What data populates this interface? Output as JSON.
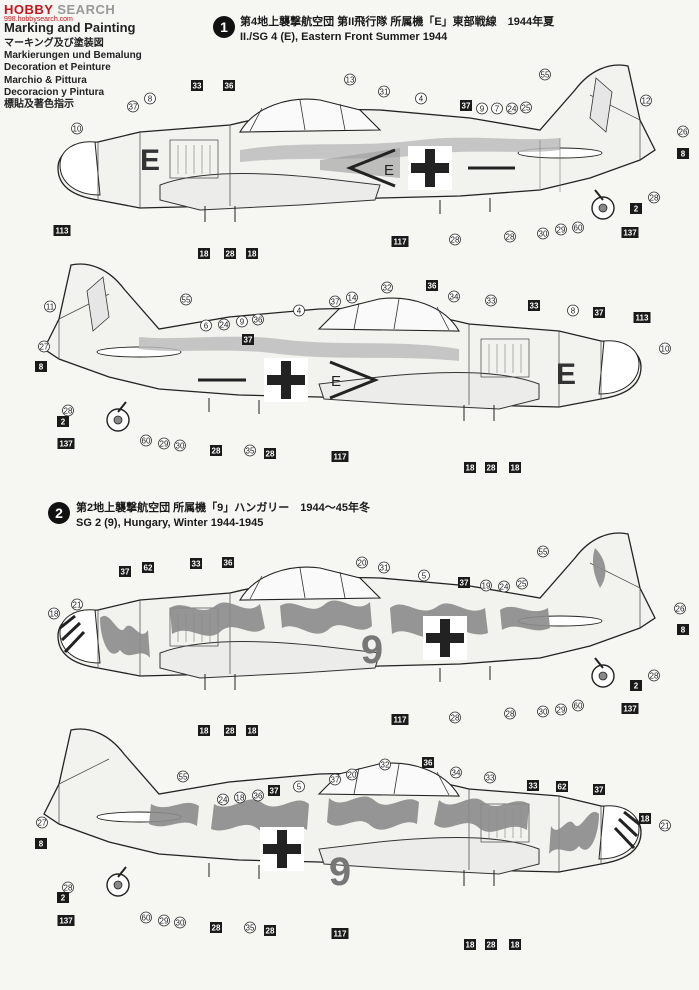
{
  "brand": {
    "part1": "HOBBY",
    "part2": "SEARCH",
    "url": "998.hobbysearch.com"
  },
  "header": {
    "title": "Marking and Painting",
    "langs": [
      "マーキング及び塗装図",
      "Markierungen und Bemalung",
      "Decoration et Peinture",
      "Marchio & Pittura",
      "Decoracion y Pintura",
      "標貼及著色指示"
    ]
  },
  "scheme1": {
    "number": "1",
    "title_jp": "第4地上襲撃航空団 第II飛行隊 所属機「E」東部戦線　1944年夏",
    "title_en": "II./SG 4 (E), Eastern Front  Summer 1944",
    "code": "E"
  },
  "scheme2": {
    "number": "2",
    "title_jp": "第2地上襲撃航空団 所属機「9」ハンガリー　1944〜45年冬",
    "title_en": "SG 2 (9), Hungary, Winter 1944-1945",
    "code": "9"
  },
  "callouts": {
    "a_left": [
      {
        "t": "37",
        "b": false
      },
      {
        "t": "8",
        "b": false
      },
      {
        "t": "10",
        "b": false
      },
      {
        "t": "113",
        "b": true
      },
      {
        "t": "33",
        "b": true
      },
      {
        "t": "36",
        "b": true
      },
      {
        "t": "13",
        "b": false
      },
      {
        "t": "31",
        "b": false
      },
      {
        "t": "4",
        "b": false
      },
      {
        "t": "37",
        "b": true
      },
      {
        "t": "9",
        "b": false
      },
      {
        "t": "7",
        "b": false
      },
      {
        "t": "24",
        "b": false
      },
      {
        "t": "25",
        "b": false
      },
      {
        "t": "55",
        "b": false
      },
      {
        "t": "12",
        "b": false
      },
      {
        "t": "26",
        "b": false
      },
      {
        "t": "8",
        "b": true
      },
      {
        "t": "28",
        "b": false
      },
      {
        "t": "2",
        "b": true
      },
      {
        "t": "137",
        "b": true
      },
      {
        "t": "60",
        "b": false
      },
      {
        "t": "29",
        "b": false
      },
      {
        "t": "30",
        "b": false
      },
      {
        "t": "28",
        "b": false
      },
      {
        "t": "28",
        "b": false
      },
      {
        "t": "117",
        "b": true
      },
      {
        "t": "18",
        "b": true
      },
      {
        "t": "28",
        "b": true
      },
      {
        "t": "18",
        "b": true
      }
    ],
    "a_right": [
      {
        "t": "11",
        "b": false
      },
      {
        "t": "55",
        "b": false
      },
      {
        "t": "27",
        "b": false
      },
      {
        "t": "8",
        "b": true
      },
      {
        "t": "28",
        "b": false
      },
      {
        "t": "2",
        "b": true
      },
      {
        "t": "137",
        "b": true
      },
      {
        "t": "60",
        "b": false
      },
      {
        "t": "29",
        "b": false
      },
      {
        "t": "30",
        "b": false
      },
      {
        "t": "6",
        "b": false
      },
      {
        "t": "24",
        "b": false
      },
      {
        "t": "9",
        "b": false
      },
      {
        "t": "36",
        "b": false
      },
      {
        "t": "37",
        "b": true
      },
      {
        "t": "4",
        "b": false
      },
      {
        "t": "37",
        "b": false
      },
      {
        "t": "14",
        "b": false
      },
      {
        "t": "32",
        "b": false
      },
      {
        "t": "36",
        "b": true
      },
      {
        "t": "34",
        "b": false
      },
      {
        "t": "33",
        "b": false
      },
      {
        "t": "33",
        "b": true
      },
      {
        "t": "8",
        "b": false
      },
      {
        "t": "37",
        "b": true
      },
      {
        "t": "113",
        "b": true
      },
      {
        "t": "10",
        "b": false
      },
      {
        "t": "28",
        "b": true
      },
      {
        "t": "35",
        "b": false
      },
      {
        "t": "28",
        "b": true
      },
      {
        "t": "117",
        "b": true
      },
      {
        "t": "18",
        "b": true
      },
      {
        "t": "28",
        "b": true
      },
      {
        "t": "18",
        "b": true
      }
    ],
    "b_left": [
      {
        "t": "18",
        "b": false
      },
      {
        "t": "21",
        "b": false
      },
      {
        "t": "37",
        "b": true
      },
      {
        "t": "62",
        "b": true
      },
      {
        "t": "33",
        "b": true
      },
      {
        "t": "36",
        "b": true
      },
      {
        "t": "20",
        "b": false
      },
      {
        "t": "31",
        "b": false
      },
      {
        "t": "5",
        "b": false
      },
      {
        "t": "37",
        "b": true
      },
      {
        "t": "19",
        "b": false
      },
      {
        "t": "24",
        "b": false
      },
      {
        "t": "25",
        "b": false
      },
      {
        "t": "55",
        "b": false
      },
      {
        "t": "26",
        "b": false
      },
      {
        "t": "8",
        "b": true
      },
      {
        "t": "28",
        "b": false
      },
      {
        "t": "2",
        "b": true
      },
      {
        "t": "137",
        "b": true
      },
      {
        "t": "60",
        "b": false
      },
      {
        "t": "29",
        "b": false
      },
      {
        "t": "30",
        "b": false
      },
      {
        "t": "28",
        "b": false
      },
      {
        "t": "28",
        "b": false
      },
      {
        "t": "117",
        "b": true
      },
      {
        "t": "18",
        "b": true
      },
      {
        "t": "28",
        "b": true
      },
      {
        "t": "18",
        "b": true
      }
    ],
    "b_right": [
      {
        "t": "55",
        "b": false
      },
      {
        "t": "27",
        "b": false
      },
      {
        "t": "8",
        "b": true
      },
      {
        "t": "28",
        "b": false
      },
      {
        "t": "2",
        "b": true
      },
      {
        "t": "137",
        "b": true
      },
      {
        "t": "60",
        "b": false
      },
      {
        "t": "29",
        "b": false
      },
      {
        "t": "30",
        "b": false
      },
      {
        "t": "24",
        "b": false
      },
      {
        "t": "18",
        "b": false
      },
      {
        "t": "36",
        "b": false
      },
      {
        "t": "37",
        "b": true
      },
      {
        "t": "5",
        "b": false
      },
      {
        "t": "37",
        "b": false
      },
      {
        "t": "20",
        "b": false
      },
      {
        "t": "32",
        "b": false
      },
      {
        "t": "36",
        "b": true
      },
      {
        "t": "34",
        "b": false
      },
      {
        "t": "33",
        "b": false
      },
      {
        "t": "33",
        "b": true
      },
      {
        "t": "62",
        "b": true
      },
      {
        "t": "37",
        "b": true
      },
      {
        "t": "18",
        "b": true
      },
      {
        "t": "21",
        "b": false
      },
      {
        "t": "28",
        "b": true
      },
      {
        "t": "35",
        "b": false
      },
      {
        "t": "28",
        "b": true
      },
      {
        "t": "117",
        "b": true
      },
      {
        "t": "18",
        "b": true
      },
      {
        "t": "28",
        "b": true
      },
      {
        "t": "18",
        "b": true
      }
    ]
  },
  "colors": {
    "ink": "#1a1a1a",
    "grey_camo": "#8c8c8c",
    "light_grey": "#d0d0d0",
    "paper": "#f6f6f3",
    "logo_red": "#c4161c"
  }
}
